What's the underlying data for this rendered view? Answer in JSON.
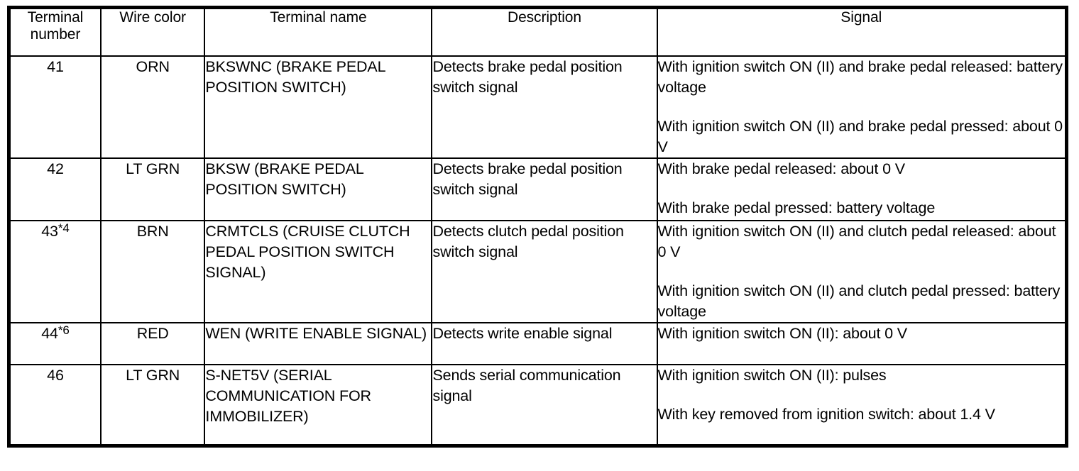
{
  "table": {
    "headers": [
      {
        "id": "terminal-number",
        "label": "Terminal\nnumber"
      },
      {
        "id": "wire-color",
        "label": "Wire color"
      },
      {
        "id": "terminal-name",
        "label": "Terminal name"
      },
      {
        "id": "description",
        "label": "Description"
      },
      {
        "id": "signal",
        "label": "Signal"
      }
    ],
    "header_labels": {
      "terminal_number_line1": "Terminal",
      "terminal_number_line2": "number",
      "wire_color": "Wire color",
      "terminal_name": "Terminal name",
      "description": "Description",
      "signal": "Signal"
    },
    "rows": [
      {
        "terminal_number": "41",
        "terminal_number_note": "",
        "wire_color": "ORN",
        "terminal_name": "BKSWNC (BRAKE PEDAL POSITION SWITCH)",
        "description": "Detects brake pedal position switch signal",
        "signal_1": "With ignition switch ON (II) and brake pedal released: battery voltage",
        "signal_2": "With ignition switch ON (II) and brake pedal pressed: about 0 V"
      },
      {
        "terminal_number": "42",
        "terminal_number_note": "",
        "wire_color": "LT GRN",
        "terminal_name": "BKSW (BRAKE PEDAL POSITION SWITCH)",
        "description": "Detects brake pedal position switch signal",
        "signal_1": "With brake pedal released: about 0 V",
        "signal_2": "With brake pedal pressed: battery voltage"
      },
      {
        "terminal_number": "43",
        "terminal_number_note": "*4",
        "wire_color": "BRN",
        "terminal_name": "CRMTCLS (CRUISE CLUTCH PEDAL POSITION SWITCH SIGNAL)",
        "description": "Detects clutch pedal position switch signal",
        "signal_1": "With ignition switch ON (II) and clutch pedal released: about 0 V",
        "signal_2": "With ignition switch ON (II) and clutch pedal pressed: battery voltage"
      },
      {
        "terminal_number": "44",
        "terminal_number_note": "*6",
        "wire_color": "RED",
        "terminal_name": "WEN (WRITE ENABLE SIGNAL)",
        "description": "Detects write enable signal",
        "signal_1": "With ignition switch ON (II): about 0 V",
        "signal_2": ""
      },
      {
        "terminal_number": "46",
        "terminal_number_note": "",
        "wire_color": "LT GRN",
        "terminal_name": "S-NET5V (SERIAL COMMUNICATION FOR IMMOBILIZER)",
        "description": "Sends serial communication signal",
        "signal_1": "With ignition switch ON (II): pulses",
        "signal_2": "With key removed from ignition switch: about 1.4 V"
      }
    ]
  },
  "colors": {
    "border": "#000000",
    "background": "#ffffff",
    "text": "#000000"
  }
}
